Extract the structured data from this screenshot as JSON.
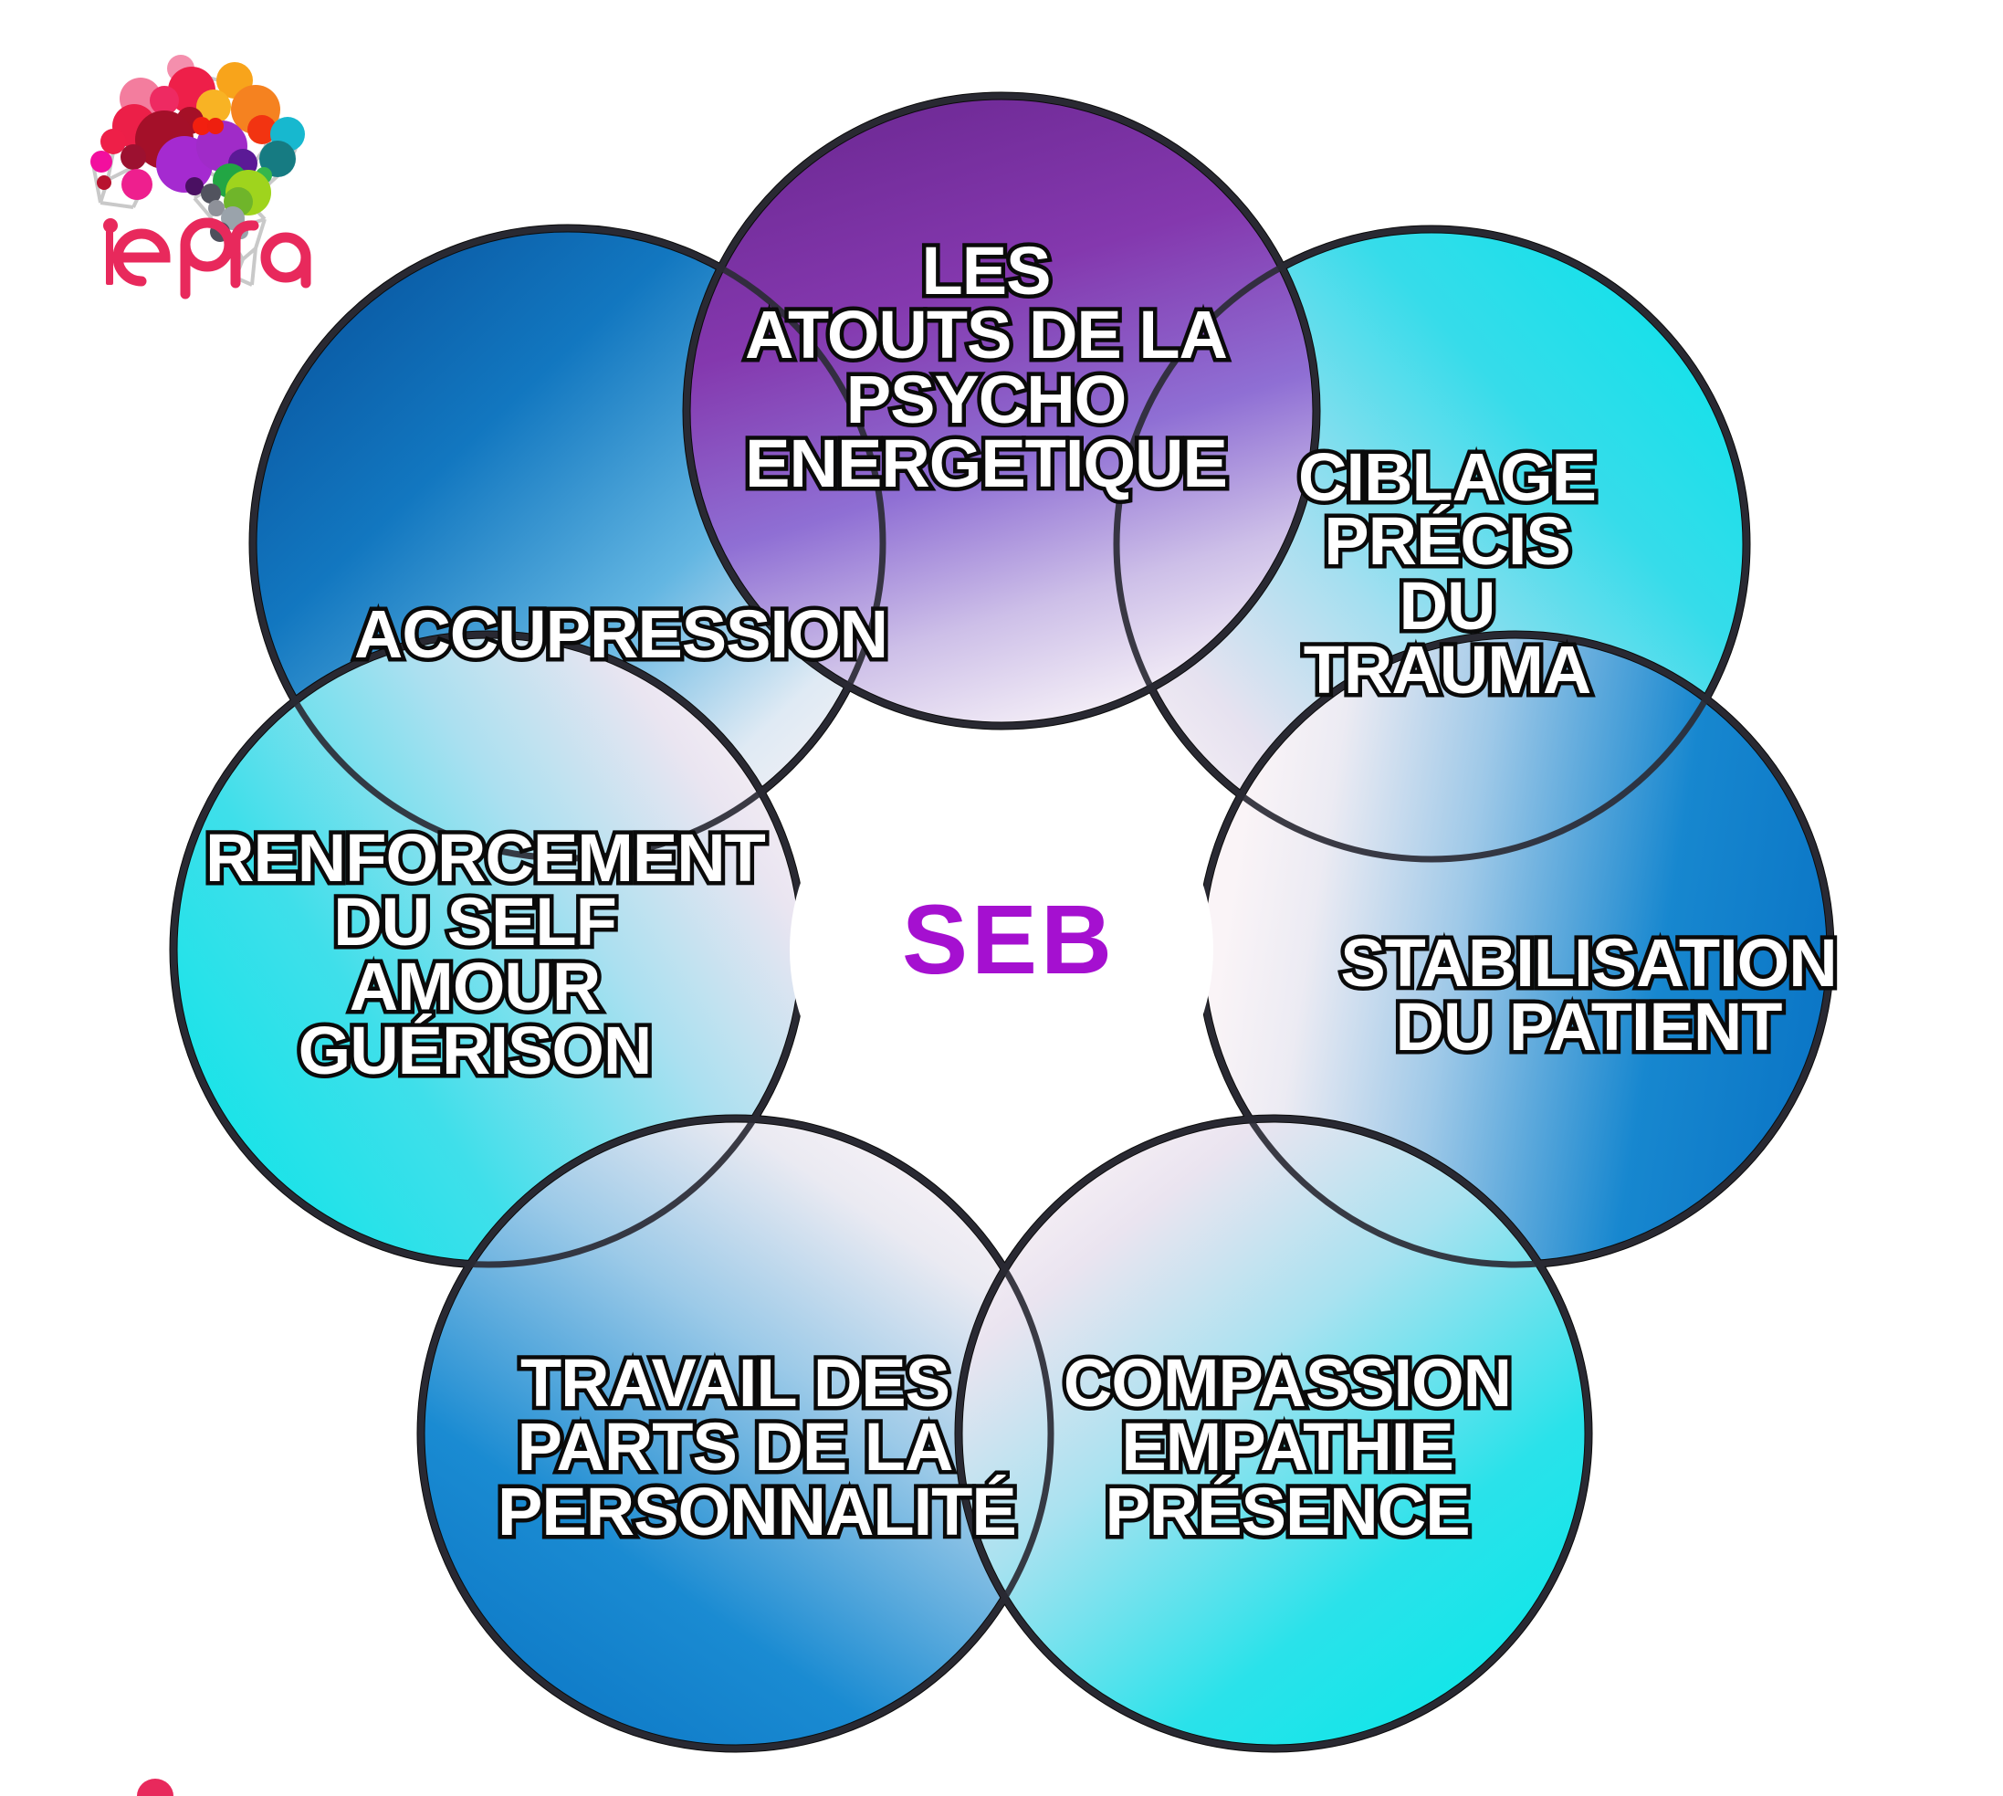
{
  "brand": {
    "logo_wordmark": "iepra",
    "logo_name": "iepra-brain-network-logo",
    "logo_color": "#e8295c"
  },
  "center": {
    "label": "SEB",
    "color": "#a510d0"
  },
  "diagram": {
    "type": "venn-flower",
    "circle_count": 7,
    "outline_color": "#0a0a0a",
    "text_fill": "#ffffff",
    "text_stroke": "#0a0a0a",
    "petals": [
      {
        "id": "top",
        "name": "les-atouts-de-la-psycho-energetique",
        "label": "LES\nATOUTS DE LA\nPSYCHO\nENERGETIQUE",
        "color": "#7d2fa0",
        "color_outer": "#6f2a96",
        "color_inner": "#ffffff",
        "position": "top"
      },
      {
        "id": "top-right",
        "name": "ciblage-precis-du-trauma",
        "label": "CIBLAGE\nPRÉCIS\nDU\nTRAUMA",
        "color": "#10e0e8",
        "color_outer": "#0fe2ea",
        "color_inner": "#ffffff",
        "position": "top-right"
      },
      {
        "id": "right",
        "name": "stabilisation-du-patient",
        "label": "STABILISATION\nDU PATIENT",
        "color": "#1181c8",
        "color_outer": "#0d78c4",
        "color_inner": "#ffffff",
        "position": "right"
      },
      {
        "id": "bottom-right",
        "name": "compassion-empathie-presence",
        "label": "COMPASSION\nEMPATHIE\nPRÉSENCE",
        "color": "#0ce8e8",
        "color_outer": "#08e6e8",
        "color_inner": "#ffffff",
        "position": "bottom-right"
      },
      {
        "id": "bottom-left",
        "name": "travail-des-parts-de-la-personnalite",
        "label": "TRAVAIL DES\nPARTS DE LA\nPERSONNALITÉ",
        "color": "#1181c8",
        "color_outer": "#0d78c4",
        "color_inner": "#ffffff",
        "position": "bottom-left"
      },
      {
        "id": "left",
        "name": "renforcement-du-self-amour-guerison",
        "label": "RENFORCEMENT\nDU SELF\nAMOUR\nGUÉRISON",
        "color": "#20e5e8",
        "color_outer": "#15e4e8",
        "color_inner": "#ffffff",
        "position": "left"
      },
      {
        "id": "top-left",
        "name": "accupression",
        "label": "ACCUPRESSION",
        "color": "#0d5fa8",
        "color_outer": "#0a5aa4",
        "color_inner": "#ffffff",
        "position": "top-left"
      }
    ]
  }
}
